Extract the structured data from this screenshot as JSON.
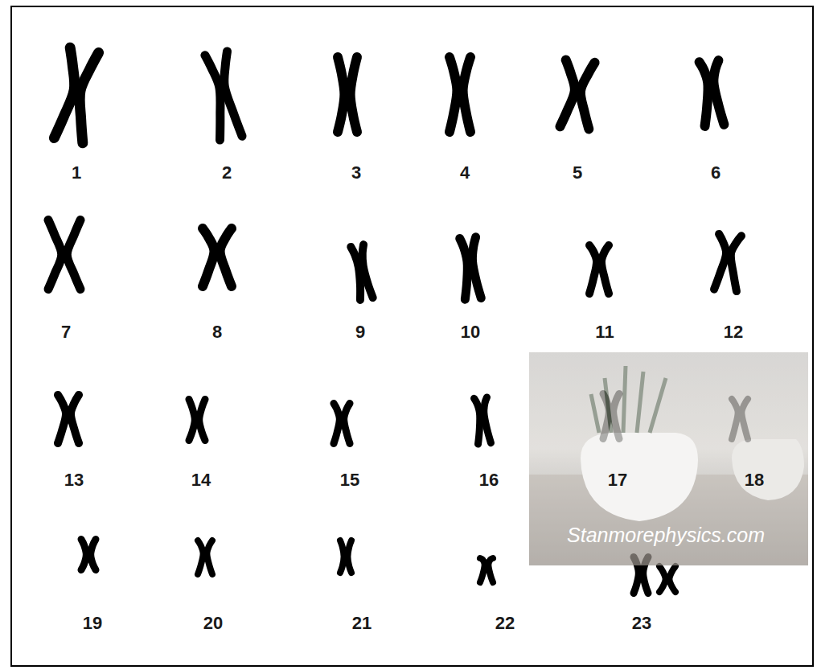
{
  "diagram": {
    "labels": [
      "1",
      "2",
      "3",
      "4",
      "5",
      "6",
      "7",
      "8",
      "9",
      "10",
      "11",
      "12",
      "13",
      "14",
      "15",
      "16",
      "17",
      "18",
      "19",
      "20",
      "21",
      "22",
      "23",
      "Stanmorephysics.com"
    ]
  }
}
